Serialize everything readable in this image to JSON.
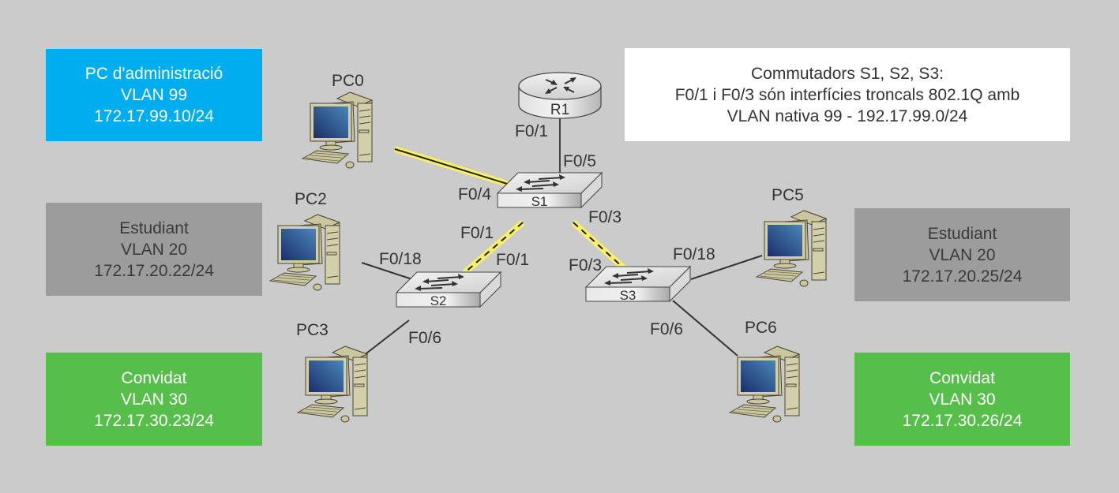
{
  "colors": {
    "background": "#cbcbcb",
    "admin_box": "#00adef",
    "student_box": "#9c9c9c",
    "guest_box": "#56bf4a",
    "note_box": "#ffffff",
    "trunk_highlight": "#f7ef6a",
    "link": "#333333"
  },
  "info_boxes": {
    "admin": {
      "lines": [
        "PC d'administració",
        "VLAN 99",
        "172.17.99.10/24"
      ]
    },
    "student_left": {
      "lines": [
        "Estudiant",
        "VLAN 20",
        "172.17.20.22/24"
      ]
    },
    "guest_left": {
      "lines": [
        "Convidat",
        "VLAN 30",
        "172.17.30.23/24"
      ]
    },
    "student_right": {
      "lines": [
        "Estudiant",
        "VLAN 20",
        "172.17.20.25/24"
      ]
    },
    "guest_right": {
      "lines": [
        "Convidat",
        "VLAN 30",
        "172.17.30.26/24"
      ]
    },
    "note": {
      "lines": [
        "Commutadors S1, S2, S3:",
        "F0/1 i F0/3 són interfícies troncals 802.1Q amb",
        "VLAN nativa 99 - 192.17.99.0/24"
      ]
    }
  },
  "devices": {
    "router": {
      "name": "R1",
      "icon": "router-icon"
    },
    "switches": [
      {
        "name": "S1",
        "icon": "switch-icon"
      },
      {
        "name": "S2",
        "icon": "switch-icon"
      },
      {
        "name": "S3",
        "icon": "switch-icon"
      }
    ],
    "pcs": [
      {
        "name": "PC0",
        "icon": "pc-icon"
      },
      {
        "name": "PC2",
        "icon": "pc-icon"
      },
      {
        "name": "PC3",
        "icon": "pc-icon"
      },
      {
        "name": "PC5",
        "icon": "pc-icon"
      },
      {
        "name": "PC6",
        "icon": "pc-icon"
      }
    ]
  },
  "ports": {
    "r1_f01": "F0/1",
    "s1_f05": "F0/5",
    "s1_f04": "F0/4",
    "s1_f01": "F0/1",
    "s1_f03": "F0/3",
    "s2_f01": "F0/1",
    "s2_f018": "F0/18",
    "s2_f06": "F0/6",
    "s3_f03": "F0/3",
    "s3_f018": "F0/18",
    "s3_f06": "F0/6"
  },
  "links": [
    {
      "from": "R1 F0/1",
      "to": "S1 F0/5",
      "type": "ethernet"
    },
    {
      "from": "PC0",
      "to": "S1 F0/4",
      "type": "highlighted"
    },
    {
      "from": "S1 F0/1",
      "to": "S2 F0/1",
      "type": "trunk"
    },
    {
      "from": "S1 F0/3",
      "to": "S3 F0/3",
      "type": "trunk"
    },
    {
      "from": "PC2",
      "to": "S2 F0/18",
      "type": "ethernet"
    },
    {
      "from": "PC3",
      "to": "S2 F0/6",
      "type": "ethernet"
    },
    {
      "from": "PC5",
      "to": "S3 F0/18",
      "type": "ethernet"
    },
    {
      "from": "PC6",
      "to": "S3 F0/6",
      "type": "ethernet"
    }
  ]
}
